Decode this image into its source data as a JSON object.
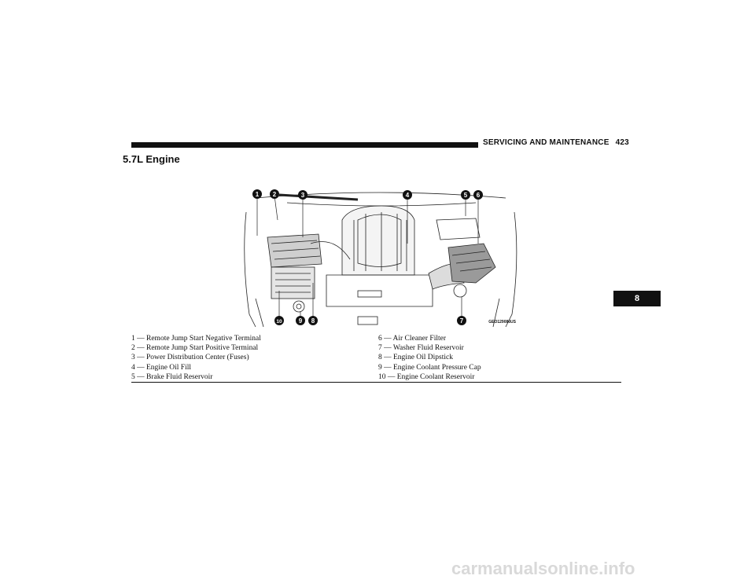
{
  "header": {
    "section_title": "SERVICING AND MAINTENANCE",
    "page_number": "423"
  },
  "page_title": "5.7L Engine",
  "figure": {
    "callouts": [
      "1",
      "2",
      "3",
      "4",
      "5",
      "6",
      "7",
      "8",
      "9",
      "10"
    ],
    "image_code": "GEO129086US"
  },
  "legend": {
    "left": [
      "1 — Remote Jump Start Negative Terminal",
      "2 — Remote Jump Start Positive Terminal",
      "3 — Power Distribution Center (Fuses)",
      "4 — Engine Oil Fill",
      "5 — Brake Fluid Reservoir"
    ],
    "right": [
      "6 — Air Cleaner Filter",
      "7 — Washer Fluid Reservoir",
      "8 — Engine Oil Dipstick",
      "9 — Engine Coolant Pressure Cap",
      "10 — Engine Coolant Reservoir"
    ]
  },
  "chapter_tab": "8",
  "watermark": "carmanualsonline.info"
}
